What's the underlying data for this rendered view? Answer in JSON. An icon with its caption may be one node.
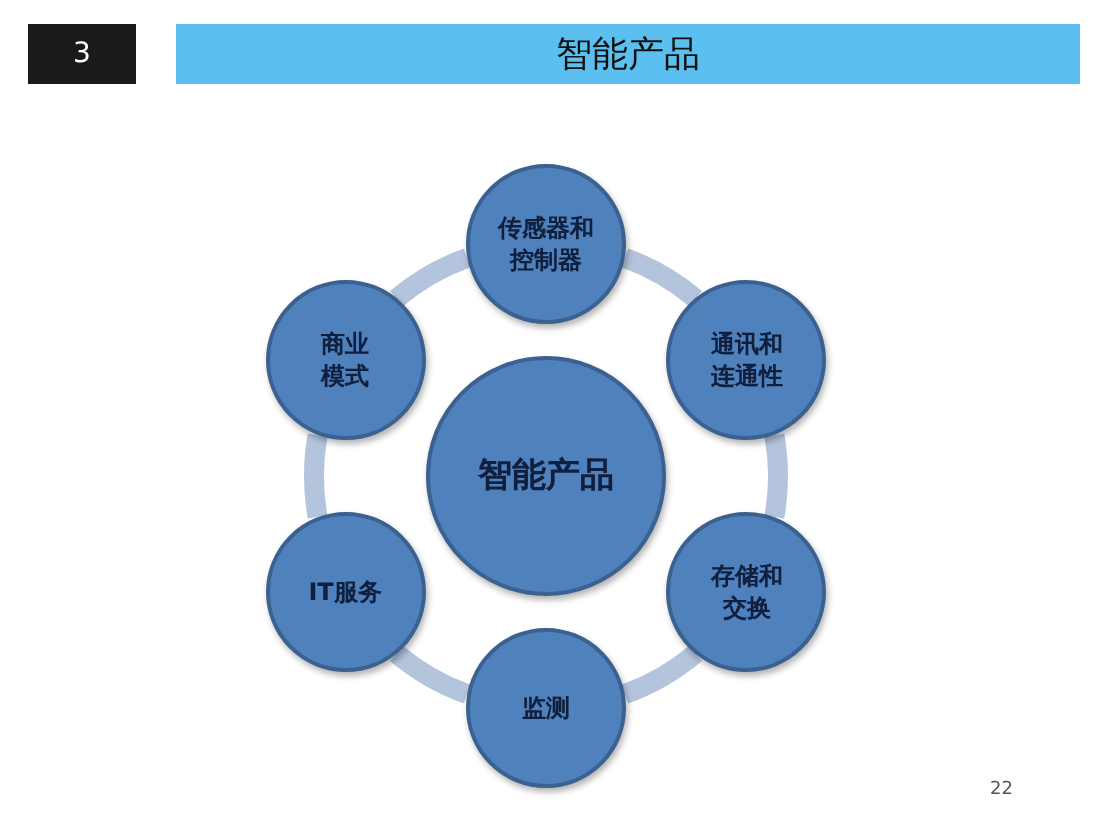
{
  "diagram": {
    "title": "智能产品",
    "nodes": [
      {
        "text": [
          "智能产品"
        ]
      },
      {
        "text": [
          "传感器和控制器"
        ]
      },
      {
        "text": [
          "通讯和连通性"
        ]
      },
      {
        "text": [
          "存储和交换"
        ]
      },
      {
        "text": [
          "监测"
        ]
      },
      {
        "text": [
          "IT服务"
        ]
      },
      {
        "text": [
          "商业模式"
        ]
      }
    ],
    "edges": [
      {
        "from": 1,
        "to": 2,
        "arrow": "none"
      },
      {
        "from": 2,
        "to": 3,
        "arrow": "none"
      },
      {
        "from": 3,
        "to": 4,
        "arrow": "none"
      },
      {
        "from": 4,
        "to": 5,
        "arrow": "none"
      },
      {
        "from": 5,
        "to": 6,
        "arrow": "none"
      },
      {
        "from": 6,
        "to": 1,
        "arrow": "none"
      }
    ],
    "labels": [
      "3",
      "22"
    ]
  }
}
